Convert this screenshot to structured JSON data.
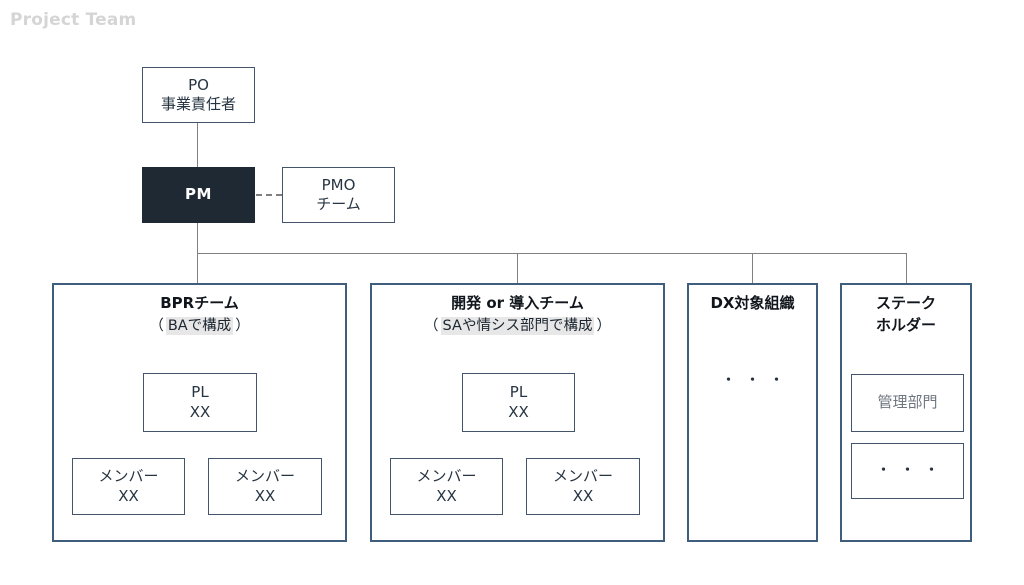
{
  "page_title": "Project Team",
  "po": {
    "line1": "PO",
    "line2": "事業責任者"
  },
  "pm": {
    "label": "PM"
  },
  "pmo": {
    "line1": "PMO",
    "line2": "チーム"
  },
  "teams": [
    {
      "title": "BPRチーム",
      "paren_open": "（",
      "highlight": "BAで構成",
      "paren_close": "）",
      "pl": {
        "line1": "PL",
        "line2": "XX"
      },
      "members": [
        {
          "line1": "メンバー",
          "line2": "XX"
        },
        {
          "line1": "メンバー",
          "line2": "XX"
        }
      ]
    },
    {
      "title": "開発 or 導入チーム",
      "paren_open": "（",
      "highlight": "SAや情シス部門で構成",
      "paren_close": "）",
      "pl": {
        "line1": "PL",
        "line2": "XX"
      },
      "members": [
        {
          "line1": "メンバー",
          "line2": "XX"
        },
        {
          "line1": "メンバー",
          "line2": "XX"
        }
      ]
    }
  ],
  "dx": {
    "title": "DX対象組織",
    "dots": "・・・"
  },
  "stakeholder": {
    "title_line1": "ステーク",
    "title_line2": "ホルダー",
    "dept": "管理部門",
    "dots": "・・・"
  },
  "colors": {
    "pm_fill": "#1e2933",
    "group_border": "#3f5d7d",
    "box_border": "#44546a",
    "connector": "#808080",
    "highlight_bg": "#e7e7e7",
    "faded_title": "#d5d5d5",
    "muted_text": "#6f7680"
  }
}
